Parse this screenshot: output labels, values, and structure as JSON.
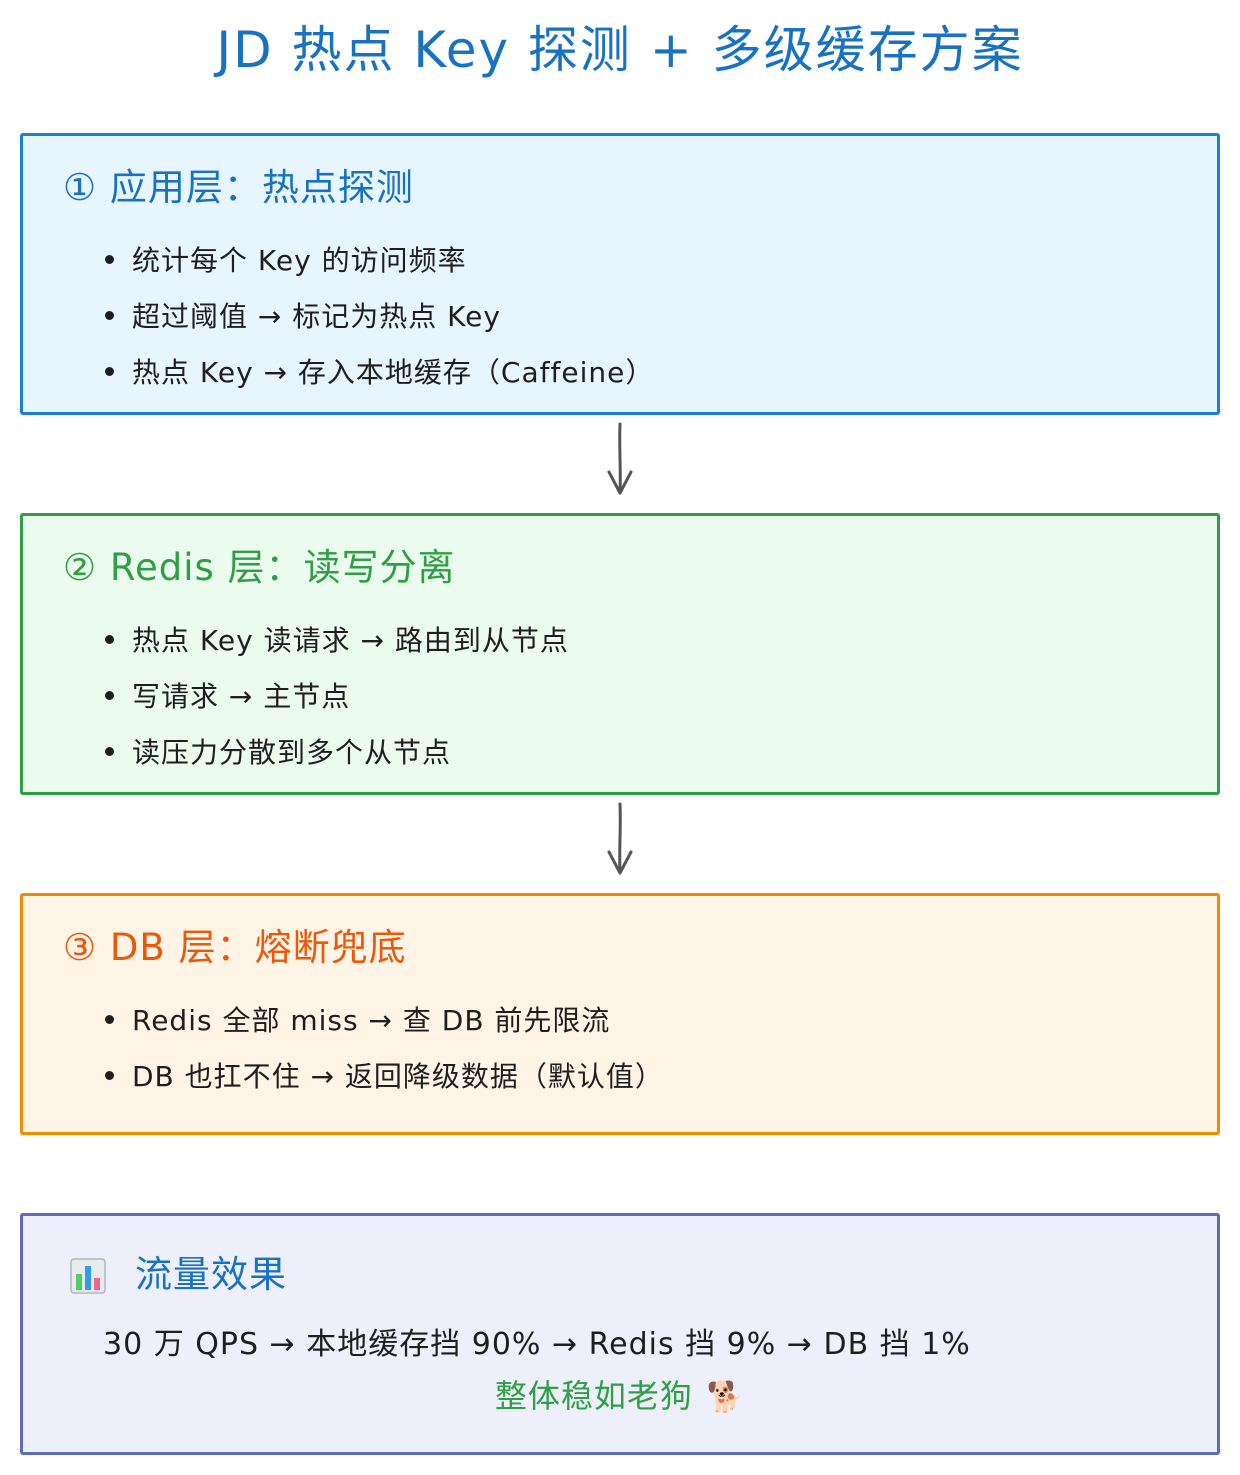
{
  "title": "JD 热点 Key 探测 + 多级缓存方案",
  "layers": [
    {
      "heading": "① 应用层：热点探测",
      "items": [
        "统计每个 Key 的访问频率",
        "超过阈值 → 标记为热点 Key",
        "热点 Key → 存入本地缓存（Caffeine）"
      ]
    },
    {
      "heading": "② Redis 层：读写分离",
      "items": [
        "热点 Key 读请求 → 路由到从节点",
        "写请求 → 主节点",
        "读压力分散到多个从节点"
      ]
    },
    {
      "heading": "③ DB 层：熔断兜底",
      "items": [
        "Redis 全部 miss → 查 DB 前先限流",
        "DB 也扛不住 → 返回降级数据（默认值）"
      ]
    }
  ],
  "effect": {
    "icon": "bar-chart-icon",
    "heading": "流量效果",
    "line": "30 万 QPS → 本地缓存挡 90% → Redis 挡 9% → DB 挡 1%",
    "tagline": "整体稳如老狗",
    "tagline_emoji": "🐕"
  },
  "colors": {
    "title": "#1971c2",
    "app_border": "#1c7ed6",
    "app_fill": "#e7f5ff",
    "redis_border": "#2f9e44",
    "redis_fill": "#ebfbee",
    "db_border": "#f08c00",
    "db_fill": "#fff4e6",
    "effect_border": "#5c6bc0",
    "effect_fill": "#edf0fb",
    "arrow": "#555555"
  }
}
